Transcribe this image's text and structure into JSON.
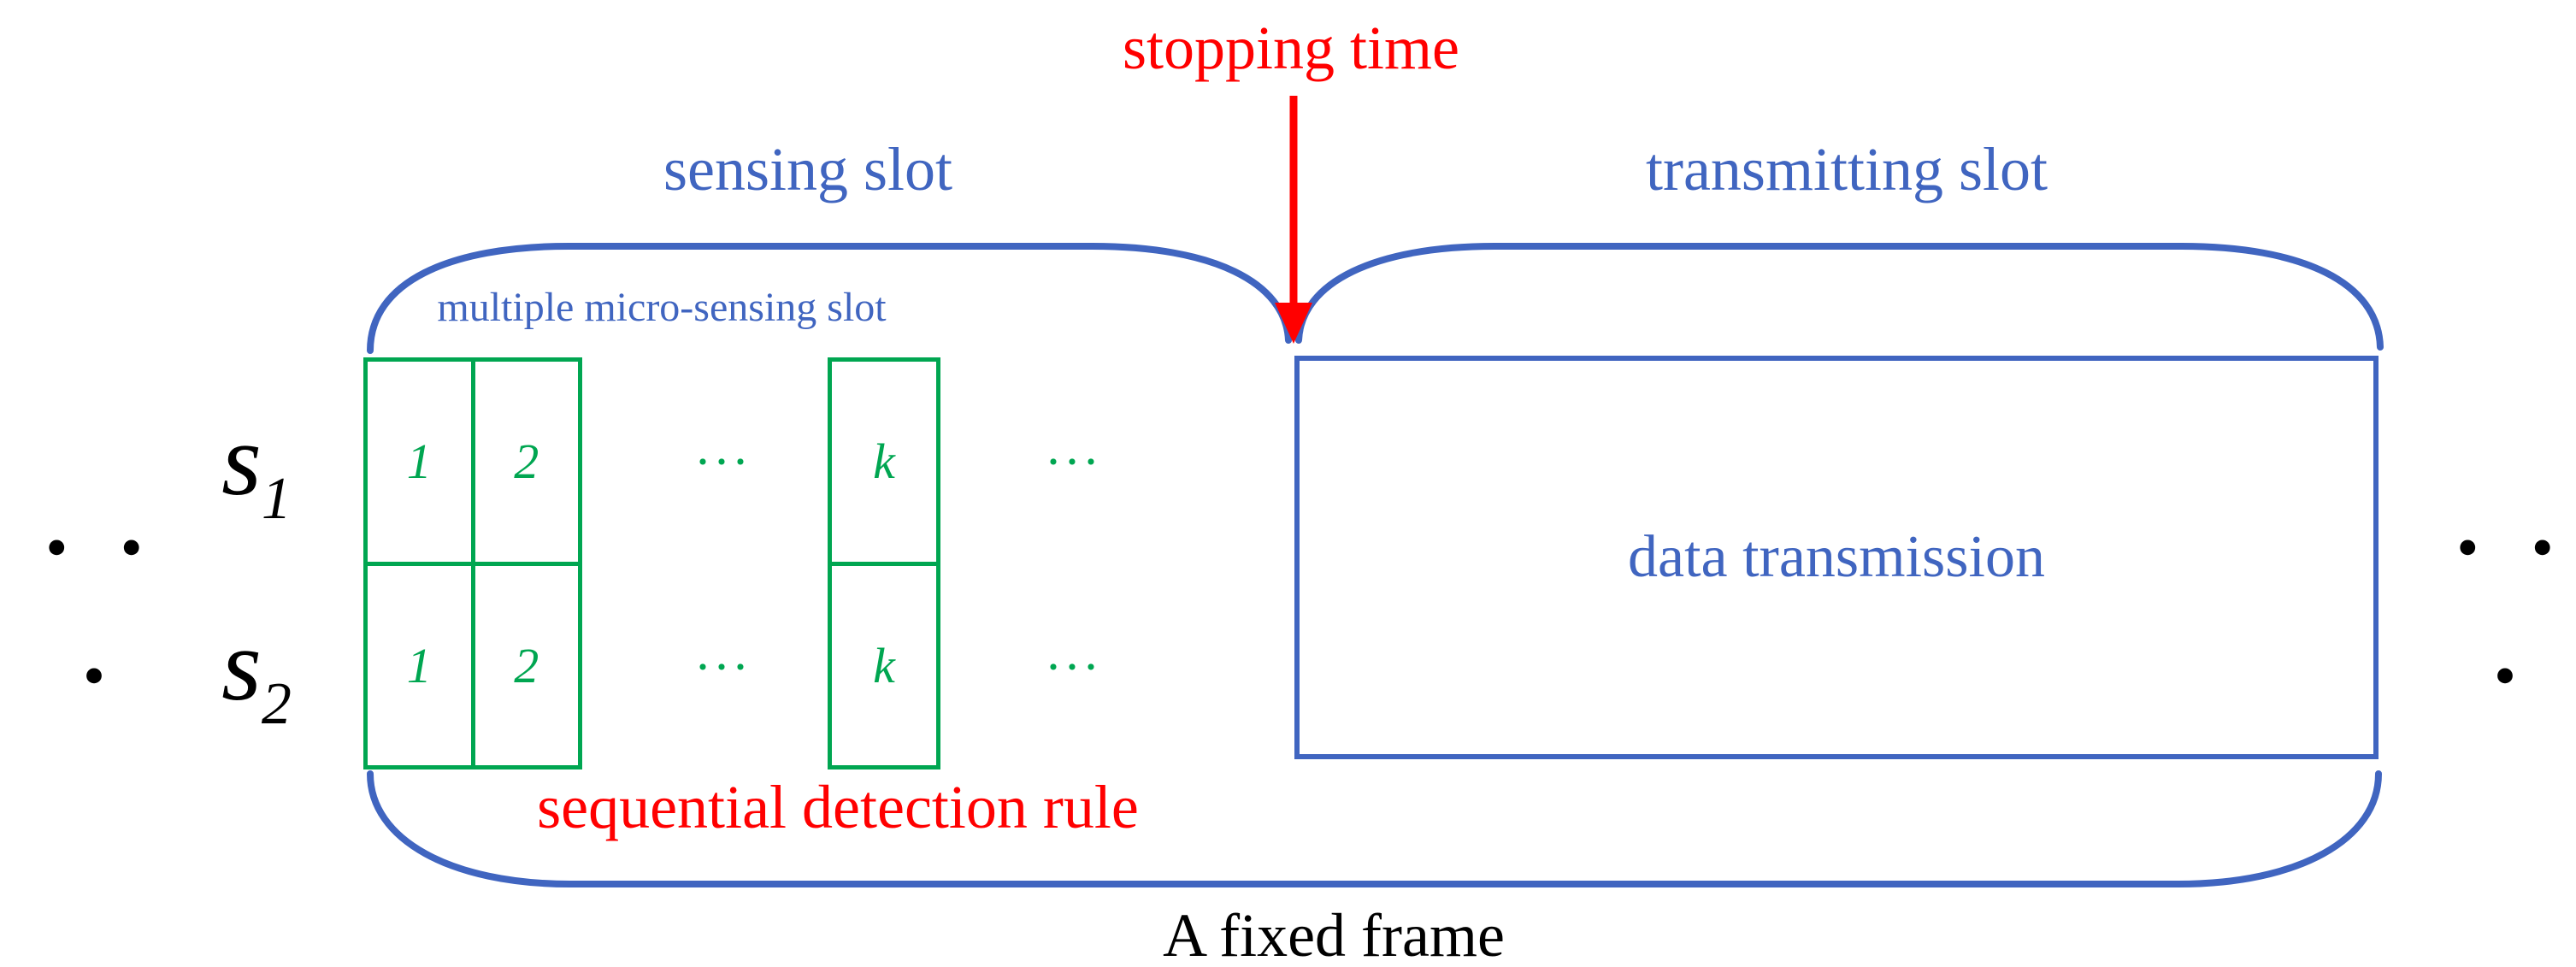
{
  "colors": {
    "blue": "#4065c0",
    "red": "#ff0000",
    "green": "#00a651",
    "text": "#000000",
    "background": "#ffffff"
  },
  "annotations": {
    "stopping_time": "stopping time",
    "sensing_slot": "sensing slot",
    "transmitting_slot": "transmitting slot",
    "micro_sensing_slot": "multiple micro-sensing slot",
    "sequential_detection_rule": "sequential detection rule",
    "fixed_frame": "A fixed frame"
  },
  "transmission_box": {
    "label": "data transmission"
  },
  "rows": [
    {
      "label_base": "s",
      "label_sub": "1",
      "cell1": "1",
      "cell2": "2",
      "dots_mid": "···",
      "cell_k": "k",
      "dots_end": "···"
    },
    {
      "label_base": "s",
      "label_sub": "2",
      "cell1": "1",
      "cell2": "2",
      "dots_mid": "···",
      "cell_k": "k",
      "dots_end": "···"
    }
  ],
  "edges": {
    "left_ellipsis": "· · ·",
    "right_ellipsis": "· · ·"
  }
}
